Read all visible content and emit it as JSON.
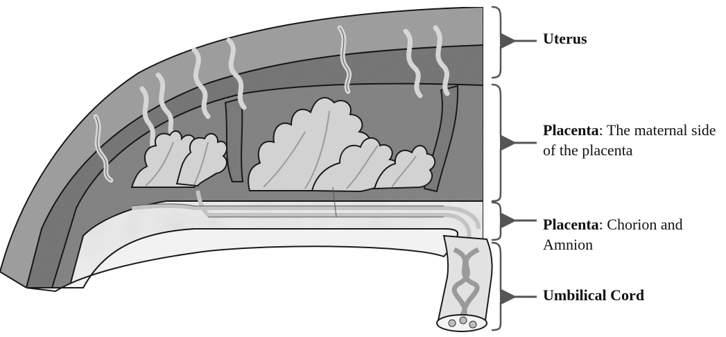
{
  "labels": {
    "uterus": {
      "title": "Uterus",
      "desc": ""
    },
    "placenta_maternal": {
      "title": "Placenta",
      "desc": ": The maternal side of the placenta"
    },
    "placenta_chorion": {
      "title": "Placenta",
      "desc": ": Chorion and Amnion"
    },
    "umbilical": {
      "title": "Umbilical Cord",
      "desc": ""
    }
  },
  "colors": {
    "uterus_outer": "#a6a6a6",
    "uterus_inner": "#7b7b7b",
    "maternal_blood": "#888888",
    "chorion": "#ececec",
    "villi": "#cfcfcf",
    "vessels": "#d8d8d8",
    "outline": "#1a1a1a",
    "bracket": "#555555"
  }
}
